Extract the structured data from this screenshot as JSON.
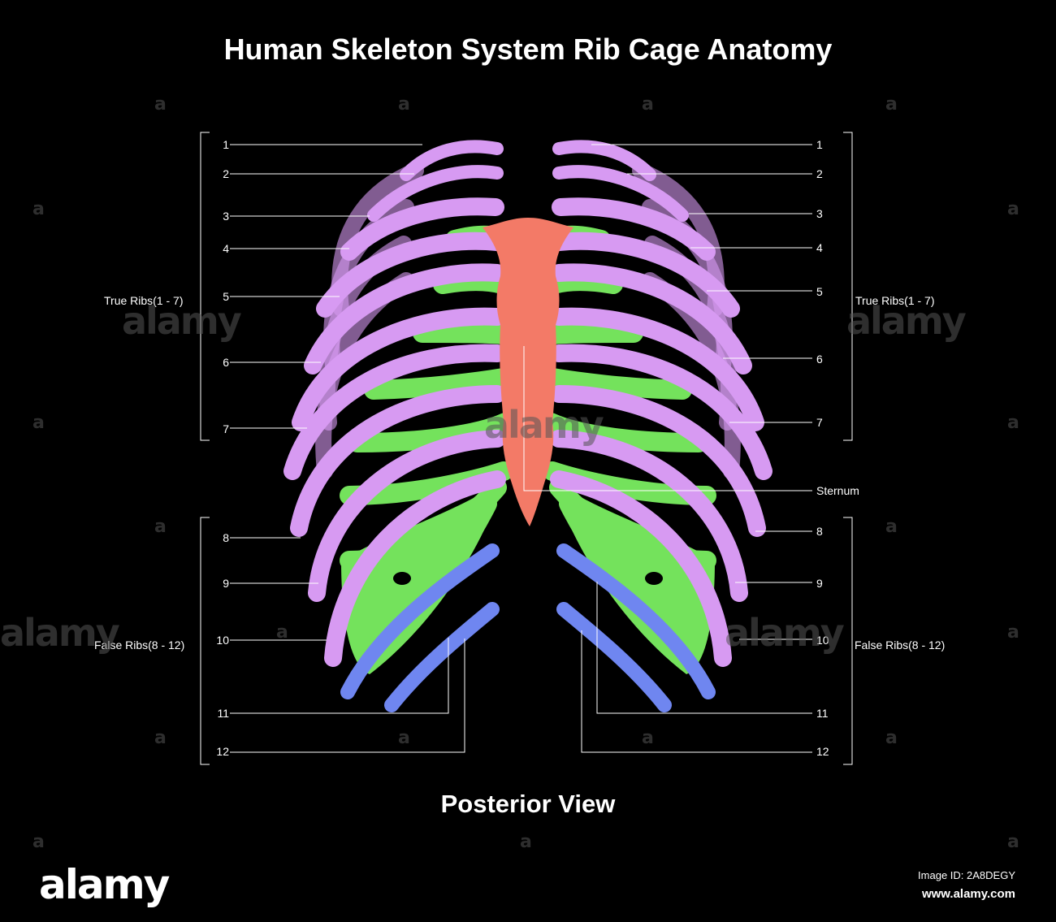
{
  "title": "Human Skeleton System Rib Cage Anatomy",
  "subtitle": "Posterior View",
  "labels": {
    "rib_numbers": [
      "1",
      "2",
      "3",
      "4",
      "5",
      "6",
      "7",
      "8",
      "9",
      "10",
      "11",
      "12"
    ],
    "true_ribs": "True Ribs(1 - 7)",
    "false_ribs": "False Ribs(8 - 12)",
    "sternum": "Sternum"
  },
  "watermark": {
    "mark": "a",
    "brand": "alamy"
  },
  "footer": {
    "logo": "alamy",
    "image_id": "Image ID: 2A8DEGY",
    "url": "www.alamy.com"
  },
  "colors": {
    "background": "#000000",
    "true_ribs": "#d79af2",
    "costal_cartilage": "#74e25c",
    "floating_ribs": "#6f86f0",
    "sternum": "#f37a67",
    "leader_lines": "#ffffff"
  }
}
